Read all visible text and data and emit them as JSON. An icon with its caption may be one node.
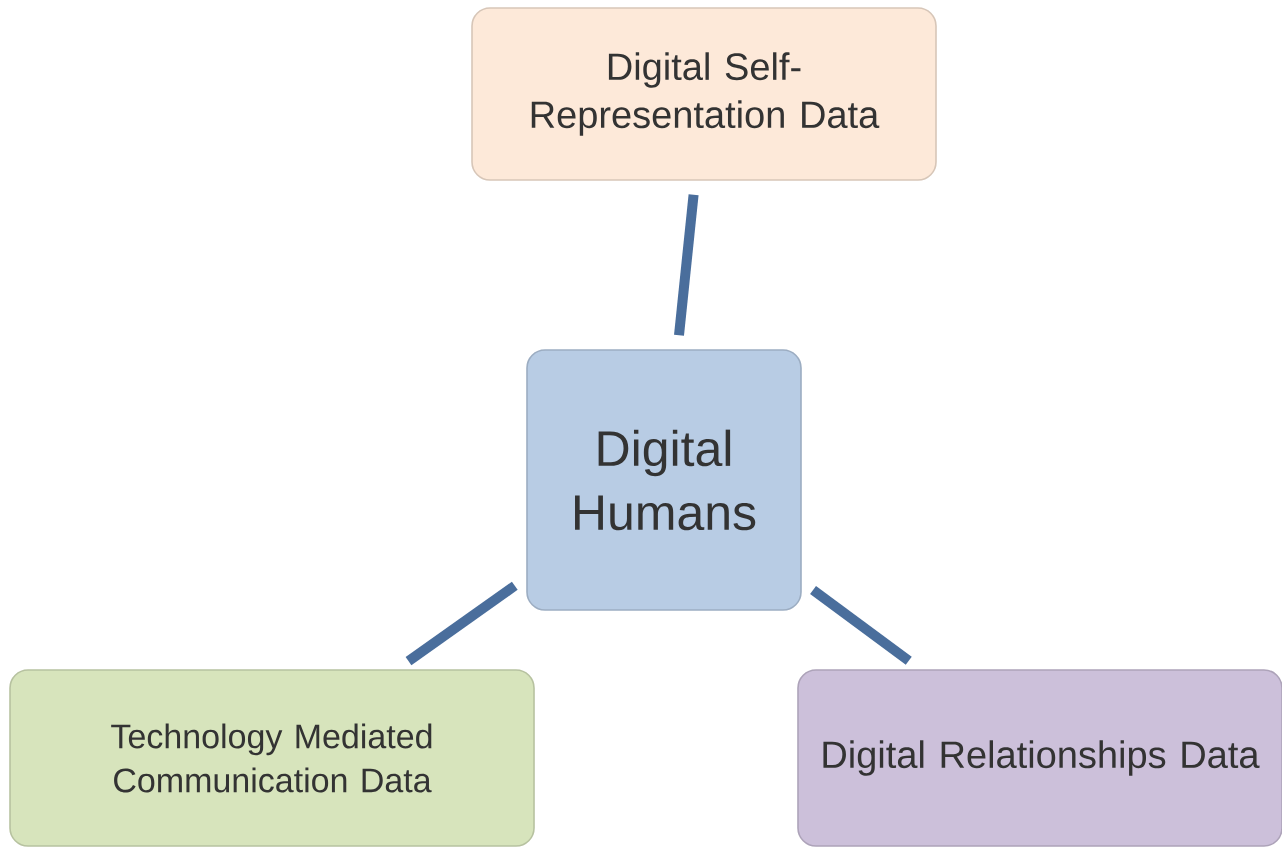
{
  "diagram": {
    "nodes": [
      {
        "text": [
          "Digital Self- Representation Data"
        ]
      },
      {
        "text": [
          "Digital Humans"
        ]
      },
      {
        "text": [
          "Technology Mediated Communication Data"
        ]
      },
      {
        "text": [
          "Digital Relationships Data"
        ]
      }
    ],
    "edges": [
      {
        "from": 1,
        "to": 0,
        "arrow": "none"
      },
      {
        "from": 1,
        "to": 2,
        "arrow": "none"
      },
      {
        "from": 1,
        "to": 3,
        "arrow": "none"
      }
    ]
  }
}
